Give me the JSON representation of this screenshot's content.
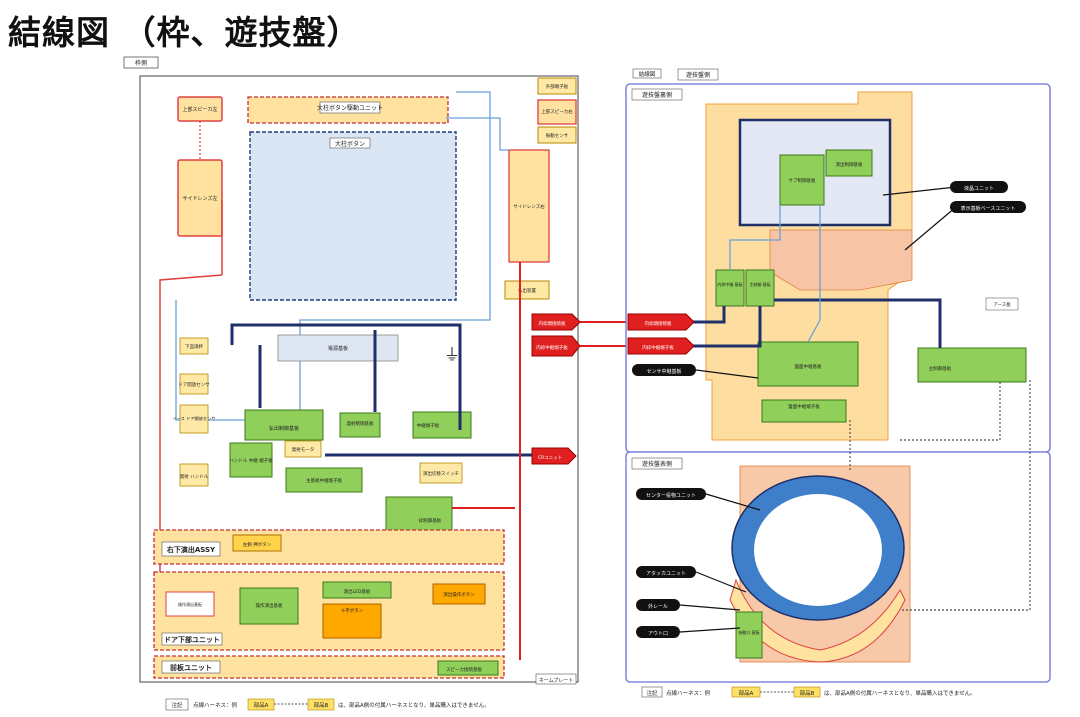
{
  "title": "結線図 （枠、遊技盤）",
  "frame_side": {
    "tag": "枠側",
    "button_unit": "大柱ボタン駆動ユニット",
    "button": "大柱ボタン",
    "upper_speaker_left": "上部スピーカ左",
    "side_lens_left": "サイドレンズ左",
    "side_lens_right": "サイドレンズ右",
    "ext_board": "外部端子板",
    "upper_speaker_right": "上部スピーカ右",
    "vibration_sensor": "振動センサ",
    "launch_device": "払出装置",
    "lower_tray": "下皿満杯",
    "door_sensor": "ドア開放センサ",
    "base_door_sensor": "ベース ドア開放センサ",
    "launch_control_board": "払出制御基板",
    "power_board": "電源基板",
    "launch_control_board2": "発射制御基板",
    "relay_board": "中継端子板",
    "handle_relay": "ハンドル 中継 端子板",
    "launch_handle": "発射 ハンドル",
    "launch_motor": "発射モータ",
    "relay_board_lower": "主基板中継端子板",
    "card_switch": "演出切替スイッチ",
    "frame_control_board": "枠制御基板",
    "lower_right_assy": "右下演出ASSY",
    "lower_right_button": "左側 押ボタン",
    "door_lower_unit": "ドア下部ユニット",
    "lower_left_board": "操作演出基板",
    "lower_relay": "操作演出基板",
    "lighting_board": "演出LED基板",
    "cross_button": "十字ボタン",
    "side_button": "演出操作ボタン",
    "mount_unit": "前板ユニット",
    "speaker_relay": "スピーカ接続基板",
    "name_plate": "ネームプレート",
    "connector_label": "内枠間接続板",
    "relay_connector": "内枠中継端子板",
    "cr_unit": "CRユニット"
  },
  "board_side": {
    "tag": "遊技盤側",
    "diagram_tag": "結線図",
    "upper_panel": "遊技盤裏側",
    "lower_panel": "遊技盤表側",
    "sub_board": "サブ制御基板",
    "sub_relay": "演出制御基板",
    "lcd_unit": "液晶ユニット",
    "lcd_base": "表示基板ベースユニット",
    "relay_main": "内枠中継 基板",
    "main_relay": "主制御 基板",
    "main_board": "主制御基板",
    "ground_board": "アース板",
    "sensor_relay": "センサ中継基板",
    "board_relay": "盤面中継基板",
    "board_relay2": "盤面中継端子板",
    "center_unit": "センター役物ユニット",
    "attacker_unit": "アタッカユニット",
    "rail": "外レール",
    "out_port": "アウト口",
    "start_board": "始動口 基板"
  },
  "note": {
    "tag": "注記",
    "text_before": "点線ハーネス：例",
    "part_a": "部品A",
    "part_b": "部品B",
    "text_after": "は、部品A側の付属ハーネスとなり、単品購入はできません。"
  }
}
